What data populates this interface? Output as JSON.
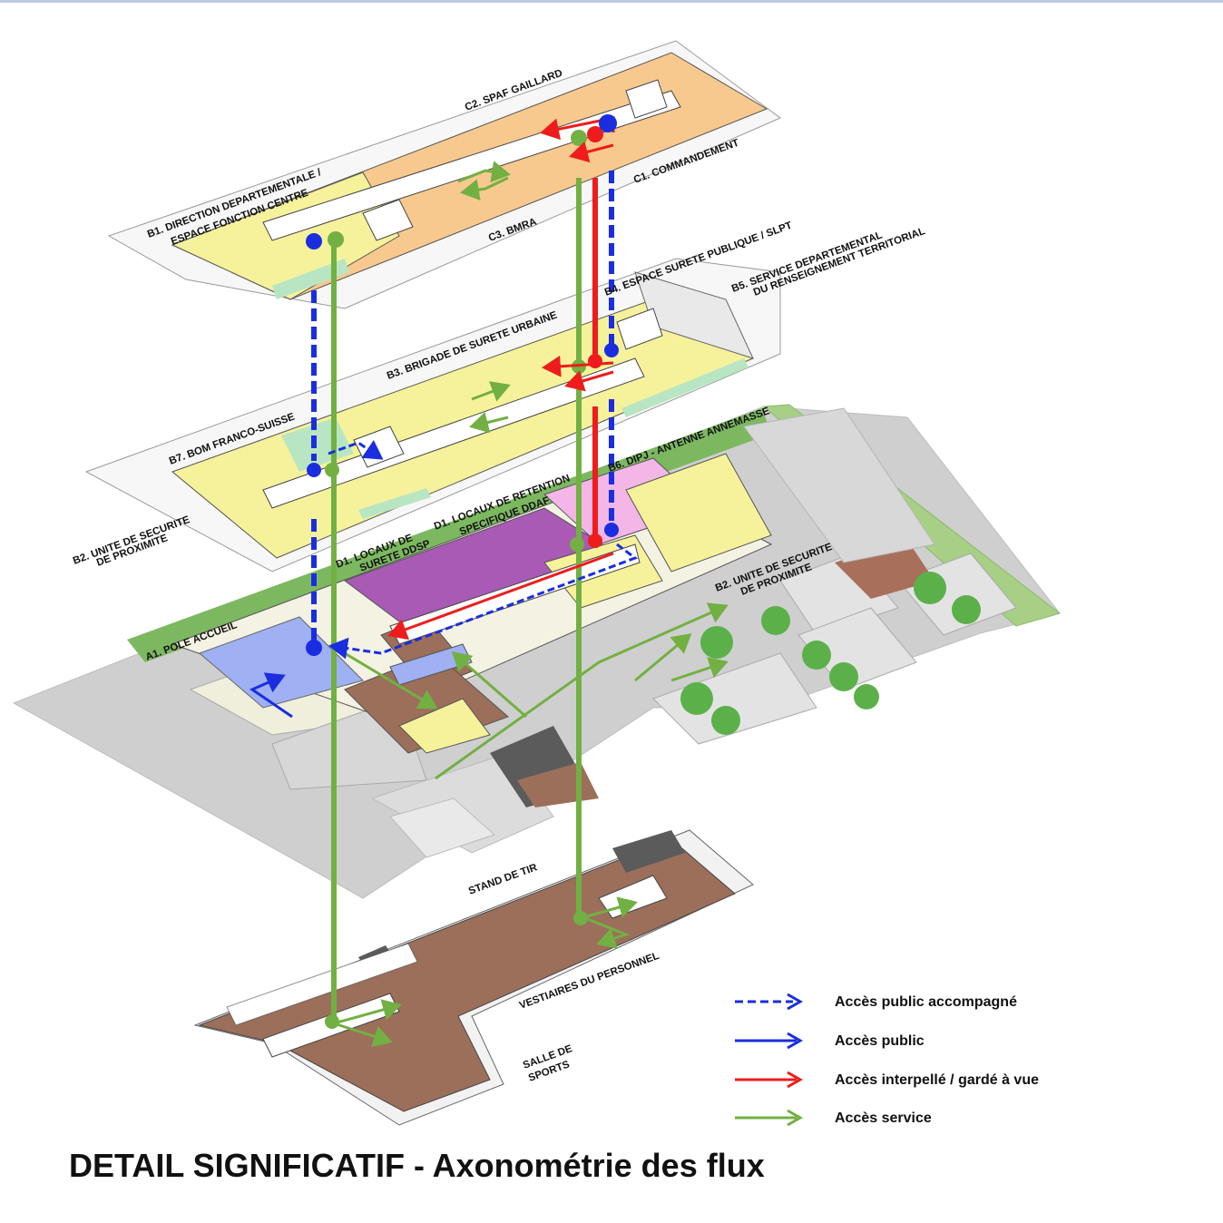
{
  "title": "DETAIL SIGNIFICATIF - Axonométrie des flux",
  "colors": {
    "public_accompanied": "#1a2ee0",
    "public": "#1a2ee0",
    "detained": "#ee1c1c",
    "service": "#72b043",
    "zone_yellow": "#f6f29b",
    "zone_orange": "#f8c98e",
    "zone_violet": "#a85ab5",
    "zone_blue": "#9fb0f3",
    "zone_brown": "#9c6f5a",
    "zone_green": "#6aa84f",
    "zone_pink": "#f3b6e6",
    "ground_grey": "#c9c9c9"
  },
  "labels": {
    "c2": "C2. SPAF GAILLARD",
    "c1": "C1. COMMANDEMENT",
    "c3": "C3. BMRA",
    "b1_line1": "B1. DIRECTION DEPARTEMENTALE /",
    "b1_line2": "ESPACE FONCTION CENTRE",
    "b4": "B4. ESPACE SURETE PUBLIQUE / SLPT",
    "b5_line1": "B5. SERVICE DEPARTEMENTAL",
    "b5_line2": "DU RENSEIGNEMENT TERRITORIAL",
    "b3": "B3. BRIGADE DE SURETE URBAINE",
    "b7": "B7. BOM FRANCO-SUISSE",
    "b6": "B6. DIPJ - ANTENNE ANNEMASSE",
    "b2_left_line1": "B2. UNITE DE SECURITE",
    "b2_left_line2": "DE PROXIMITE",
    "d1a_line1": "D1. LOCAUX DE",
    "d1a_line2": "SURETE DDSP",
    "d1b_line1": "D1. LOCAUX DE RETENTION",
    "d1b_line2": "SPECIFIQUE DDAF",
    "b2_right_line1": "B2. UNITE DE SECURITE",
    "b2_right_line2": "DE PROXIMITE",
    "a1": "A1. POLE ACCUEIL",
    "stand": "STAND DE TIR",
    "vestiaires": "VESTIAIRES DU PERSONNEL",
    "salle_line1": "SALLE DE",
    "salle_line2": "SPORTS"
  },
  "legend": [
    {
      "key": "public_accompanied",
      "label": "Accès public accompagné",
      "style": "dashed",
      "color": "#1a2ee0"
    },
    {
      "key": "public",
      "label": "Accès public",
      "style": "solid",
      "color": "#1a2ee0"
    },
    {
      "key": "detained",
      "label": "Accès interpellé / gardé à vue",
      "style": "solid",
      "color": "#ee1c1c"
    },
    {
      "key": "service",
      "label": "Accès service",
      "style": "solid",
      "color": "#72b043"
    }
  ]
}
